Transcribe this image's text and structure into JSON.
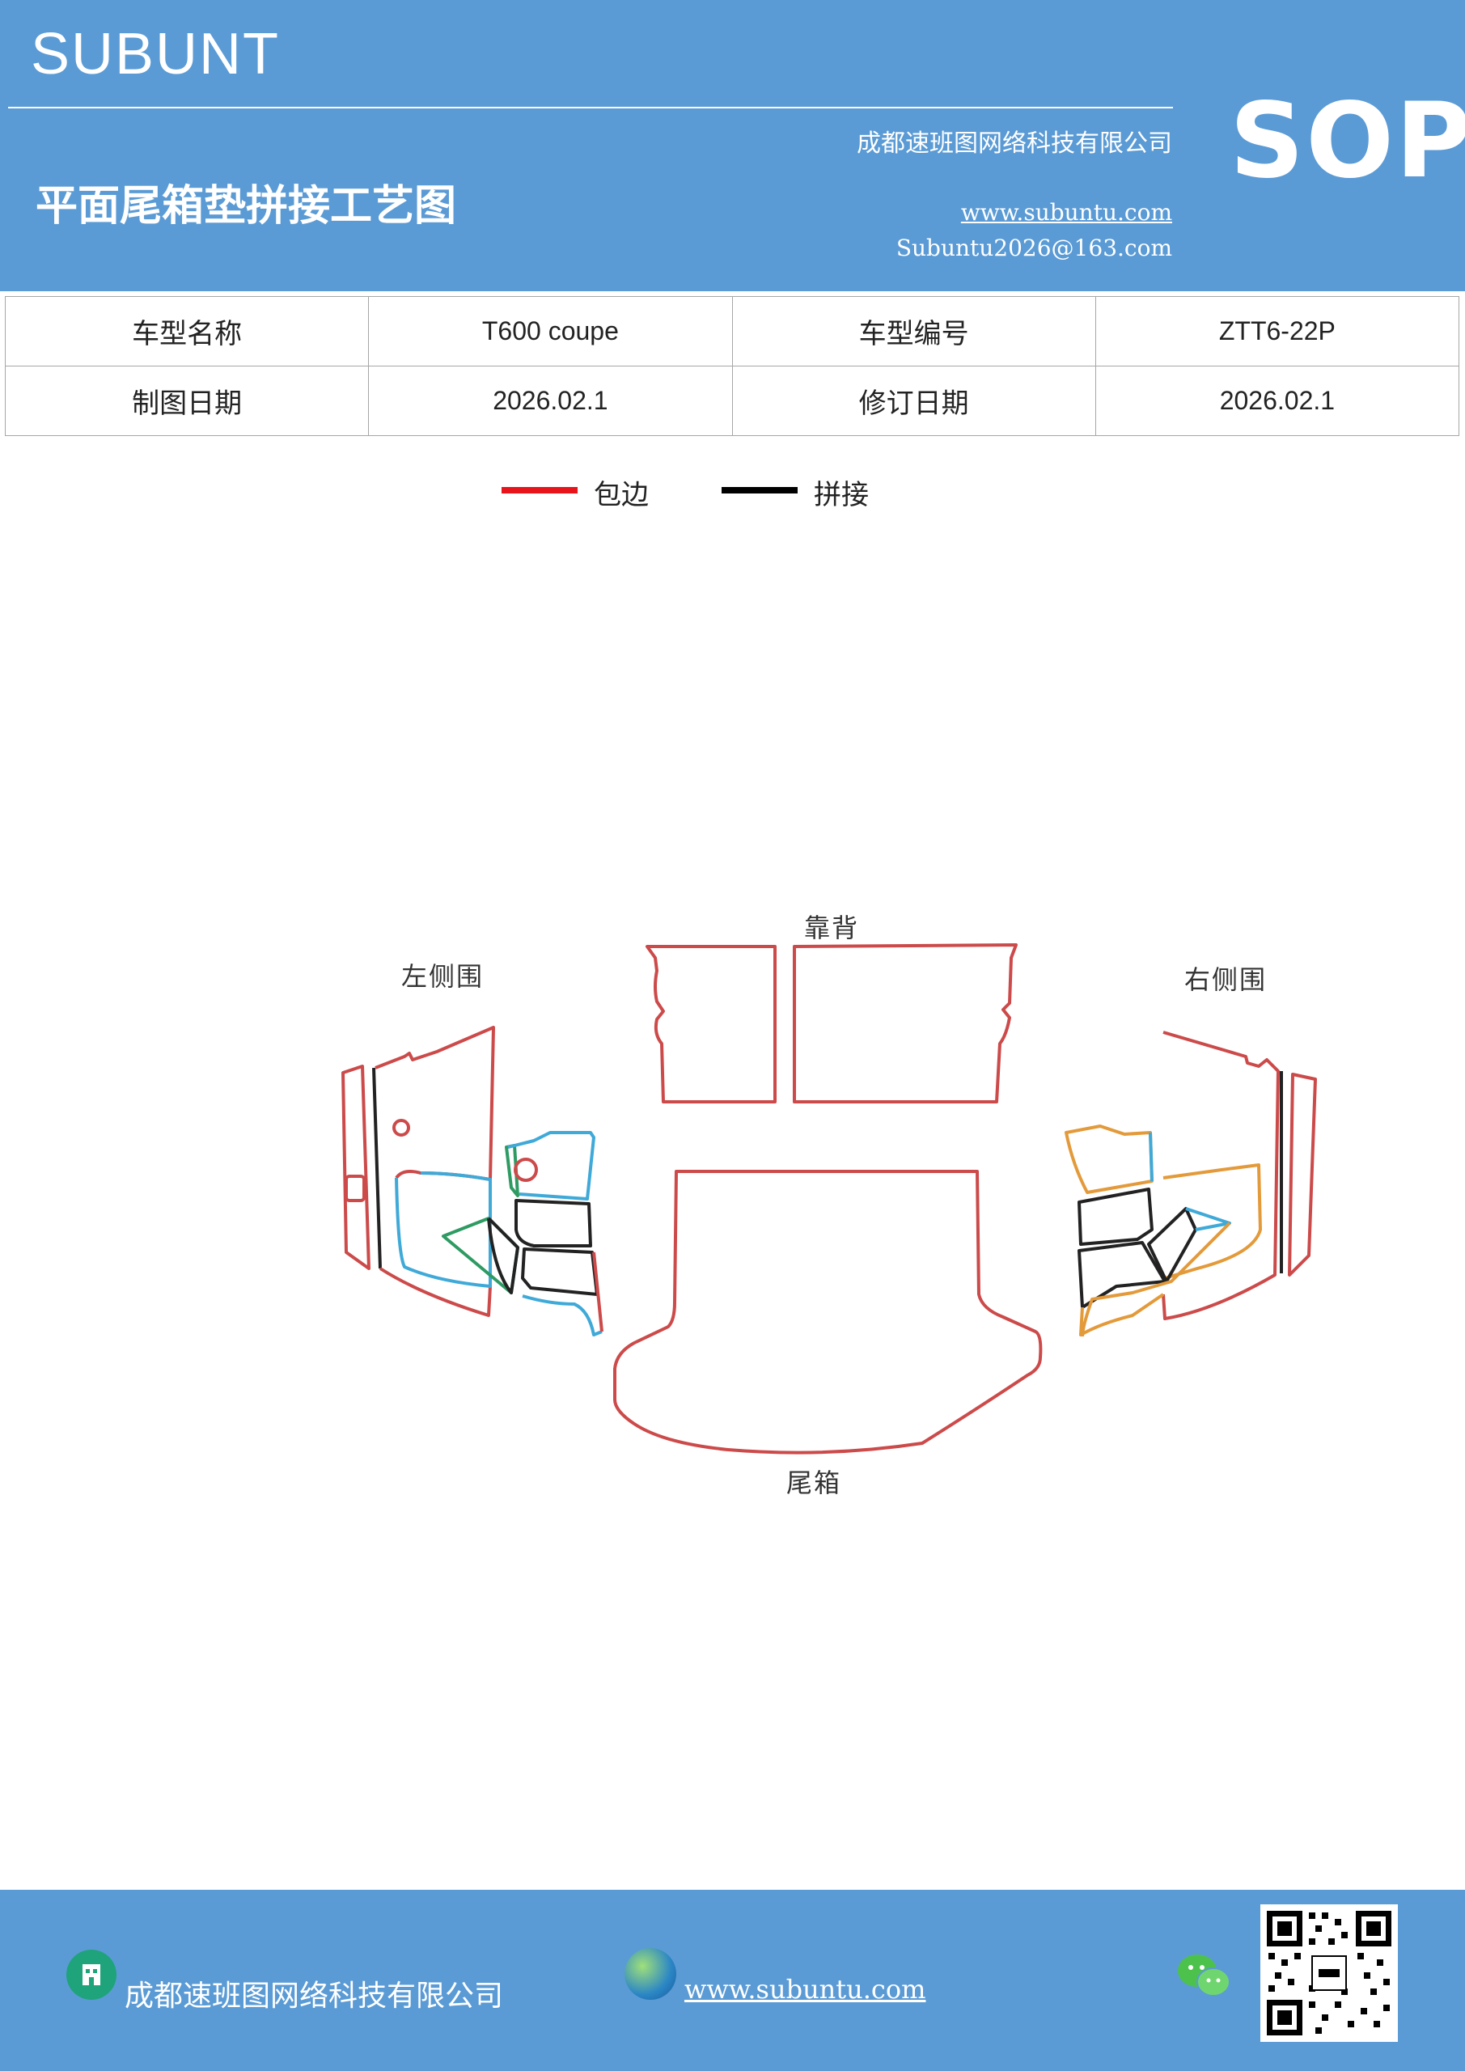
{
  "header": {
    "brand": "SUBUNT",
    "company": "成都速班图网络科技有限公司",
    "sop": "SOP",
    "title": "平面尾箱垫拼接工艺图",
    "website": "www.subuntu.com",
    "email": "Subuntu2026@163.com"
  },
  "info": {
    "model_name_label": "车型名称",
    "model_name_value": "T600  coupe",
    "model_code_label": "车型编号",
    "model_code_value": "ZTT6-22P",
    "draw_date_label": "制图日期",
    "draw_date_value": "2026.02.1",
    "revise_date_label": "修订日期",
    "revise_date_value": "2026.02.1"
  },
  "legend": {
    "edge_label": "包边",
    "edge_color": "#e8141c",
    "splice_label": "拼接",
    "splice_color": "#000000"
  },
  "diagram": {
    "backrest_label": "靠背",
    "left_side_label": "左侧围",
    "right_side_label": "右侧围",
    "trunk_label": "尾箱",
    "colors": {
      "edge": "#cc4a4a",
      "splice": "#222222",
      "blue": "#3fa9d8",
      "green": "#2e9b63",
      "orange": "#e39a3a"
    }
  },
  "footer": {
    "company": "成都速班图网络科技有限公司",
    "website": "www.subuntu.com",
    "icons": [
      "building-icon",
      "globe-icon",
      "wechat-icon",
      "qr-code"
    ]
  }
}
